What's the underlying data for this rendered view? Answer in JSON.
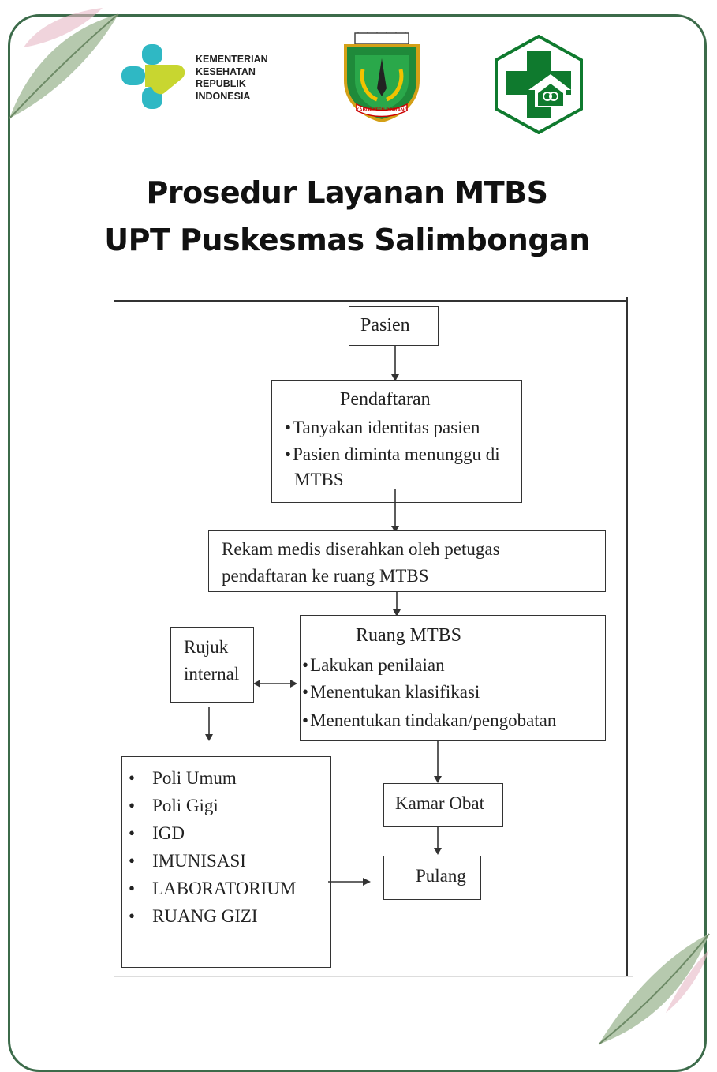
{
  "header": {
    "ministry_lines": [
      "KEMENTERIAN",
      "KESEHATAN",
      "REPUBLIK",
      "INDONESIA"
    ],
    "regency_seal_text": "KABUPATEN PINRANG"
  },
  "title": {
    "line1": "Prosedur Layanan MTBS",
    "line2": "UPT Puskesmas Salimbongan"
  },
  "flow": {
    "pasien": "Pasien",
    "pendaftaran": {
      "title": "Pendaftaran",
      "items": [
        "Tanyakan identitas pasien",
        "Pasien diminta menunggu di",
        "MTBS"
      ]
    },
    "rekam_medis": {
      "line1": "Rekam medis diserahkan oleh petugas",
      "line2": "pendaftaran ke ruang MTBS"
    },
    "ruang_mtbs": {
      "title": "Ruang MTBS",
      "items": [
        "Lakukan penilaian",
        "Menentukan klasifikasi",
        "Menentukan tindakan/pengobatan"
      ]
    },
    "rujuk_internal": {
      "line1": "Rujuk",
      "line2": "internal"
    },
    "poli_list": [
      "Poli Umum",
      "Poli Gigi",
      "IGD",
      "IMUNISASI",
      "LABORATORIUM",
      "RUANG GIZI"
    ],
    "kamar_obat": "Kamar Obat",
    "pulang": "Pulang"
  },
  "colors": {
    "frame": "#3c6b4a",
    "kemenkes_cyan": "#2fb8c4",
    "kemenkes_lime": "#c8d630",
    "pkm_green": "#0f7a2e"
  }
}
